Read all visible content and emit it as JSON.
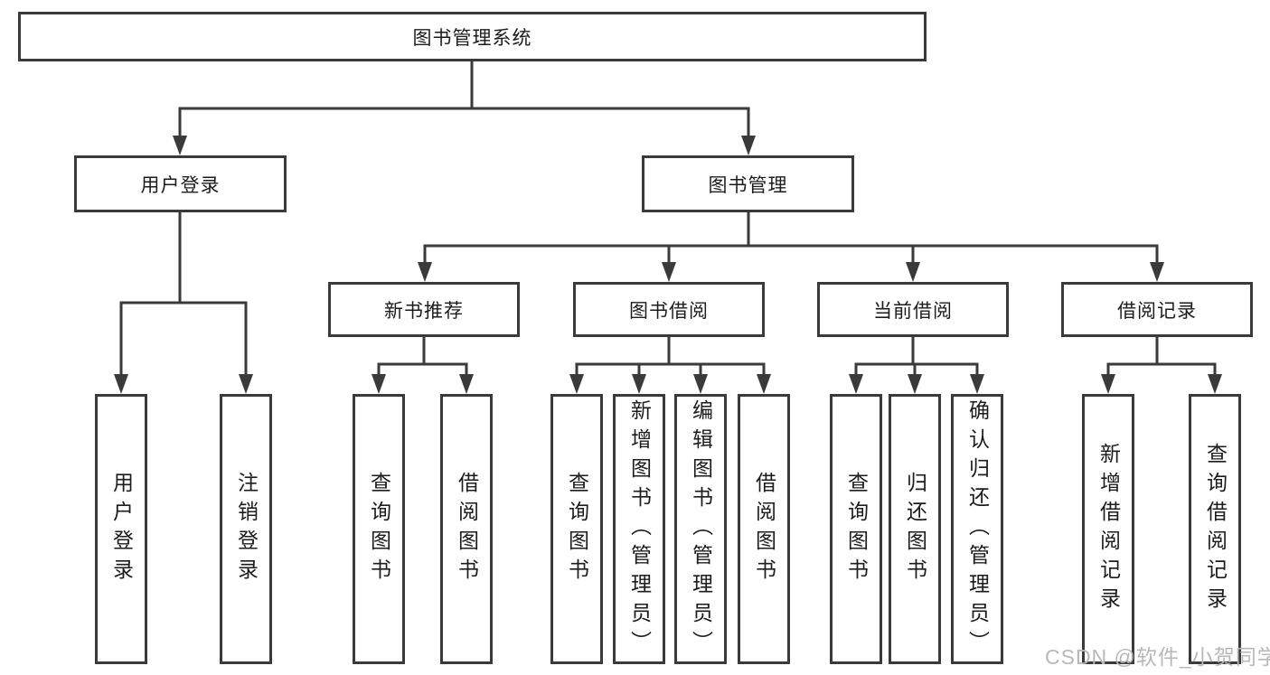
{
  "diagram": {
    "root": {
      "label": "图书管理系统"
    },
    "branches": [
      {
        "label": "用户登录"
      },
      {
        "label": "图书管理"
      }
    ],
    "modules": [
      {
        "label": "新书推荐"
      },
      {
        "label": "图书借阅"
      },
      {
        "label": "当前借阅"
      },
      {
        "label": "借阅记录"
      }
    ],
    "functions": [
      {
        "label": "用户登录"
      },
      {
        "label": "注销登录"
      },
      {
        "label": "查询图书"
      },
      {
        "label": "借阅图书"
      },
      {
        "label": "查询图书"
      },
      {
        "label": "新增图书（管理员）"
      },
      {
        "label": "编辑图书（管理员）"
      },
      {
        "label": "借阅图书"
      },
      {
        "label": "查询图书"
      },
      {
        "label": "归还图书"
      },
      {
        "label": "确认归还（管理员）"
      },
      {
        "label": "新增借阅记录"
      },
      {
        "label": "查询借阅记录"
      }
    ]
  },
  "watermark": {
    "text": "CSDN @软件_小贺同学"
  },
  "colors": {
    "line": "#3a3a3a",
    "text": "#1c1c1c",
    "watermark": "#b8b8b8",
    "background": "#ffffff"
  }
}
